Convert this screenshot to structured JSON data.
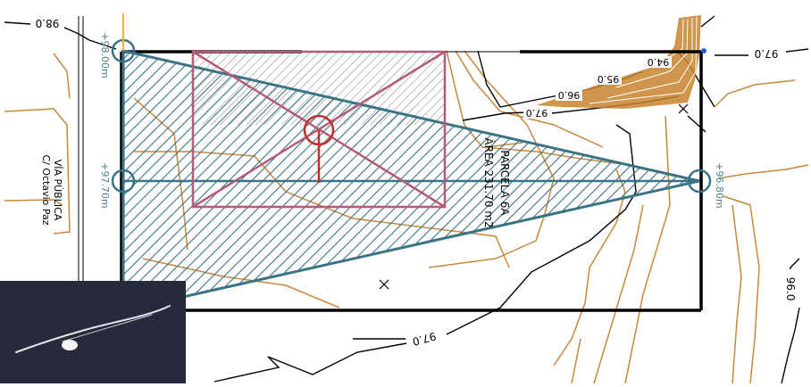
{
  "plan": {
    "contour_labels": {
      "c98": "98.0",
      "c97_right": "97.0",
      "c97_mid": "97.0",
      "c97_bottom": "97.0",
      "c96_mid": "96.0",
      "c96_right": "96.0",
      "c95": "95.0",
      "c94": "94.0"
    },
    "street": {
      "line1": "VÍA PÚBLICA",
      "line2": "C/ Octavio Paz"
    },
    "parcel": {
      "name": "PARCELA  6A",
      "area": "ÁREA  231.70 m2"
    },
    "elevations": {
      "top_left": "+98.00m",
      "mid_left": "+97.70m",
      "right": "+96.80m"
    },
    "colors": {
      "contour": "#c8873a",
      "teal": "#3a7385",
      "building": "#b55b78",
      "red_marker": "#c0302f",
      "slope_fill": "#c9842e",
      "overlay_bg": "#262a3a"
    }
  }
}
